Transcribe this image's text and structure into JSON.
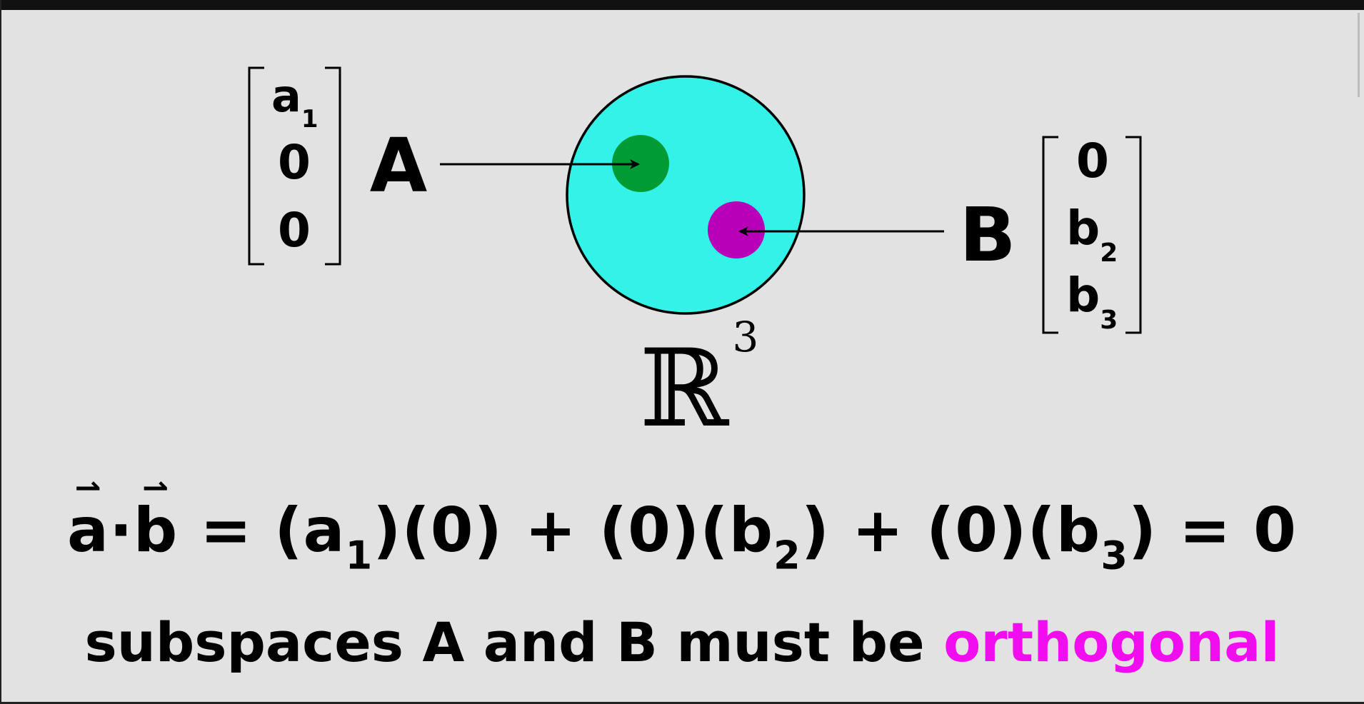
{
  "diagram": {
    "space_label": "ℝ",
    "space_exponent": "3",
    "subspace_a": {
      "label": "A",
      "vector": [
        "a",
        "0",
        "0"
      ],
      "vector_subscripts": [
        "1",
        "",
        ""
      ],
      "color": "#019b35"
    },
    "subspace_b": {
      "label": "B",
      "vector": [
        "0",
        "b",
        "b"
      ],
      "vector_subscripts": [
        "",
        "2",
        "3"
      ],
      "color": "#b800b8"
    },
    "space_color": "#33f2e7"
  },
  "formula": {
    "a": "a",
    "dot": "·",
    "b": "b",
    "eq1": " = (",
    "t1": "a",
    "t1_sub": "1",
    "t2": ")(0) + (0)(",
    "t3": "b",
    "t3_sub": "2",
    "t4": ") + (0)(",
    "t5": "b",
    "t5_sub": "3",
    "t6": ") = 0"
  },
  "conclusion": {
    "text": "subspaces A and B must be ",
    "highlight": "orthogonal",
    "highlight_color": "#f20cf0"
  }
}
